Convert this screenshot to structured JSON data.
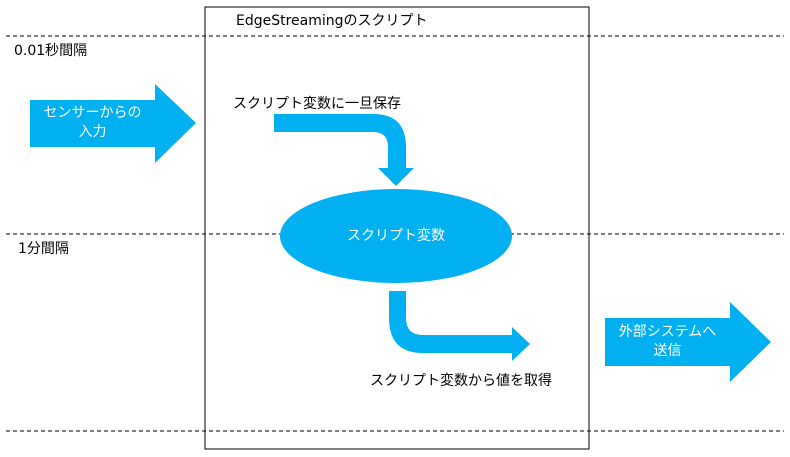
{
  "box_title": "EdgeStreamingのスクリプト",
  "interval_labels": {
    "top": "0.01秒間隔",
    "bottom": "1分間隔"
  },
  "input_arrow": {
    "line1": "センサーからの",
    "line2": "入力"
  },
  "output_arrow": {
    "line1": "外部システムへ",
    "line2": "送信"
  },
  "save_label": "スクリプト変数に一旦保存",
  "ellipse_label": "スクリプト変数",
  "get_label": "スクリプト変数から値を取得",
  "colors": {
    "accent": "#00b0f0",
    "line": "#000000",
    "text_on_accent": "#ffffff"
  }
}
